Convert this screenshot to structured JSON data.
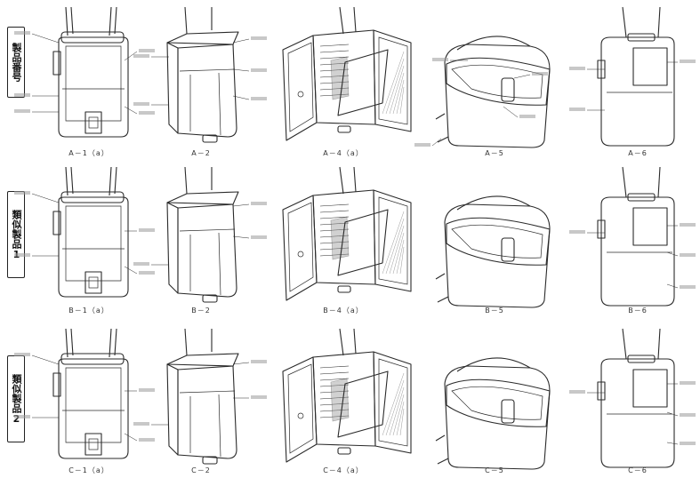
{
  "rows": [
    {
      "tag": "製品番号",
      "captions": [
        "A－1（a）",
        "A－2",
        "A－4（a）",
        "A－5",
        "A－6"
      ]
    },
    {
      "tag": "類似製品1",
      "captions": [
        "B－1（a）",
        "B－2",
        "B－4（a）",
        "B－5",
        "B－6"
      ]
    },
    {
      "tag": "類似製品2",
      "captions": [
        "C－1（a）",
        "C－2",
        "C－4（a）",
        "C－5",
        "C－6"
      ]
    }
  ],
  "colors": {
    "ink": "#2a2a2a",
    "paper": "#ffffff",
    "shade": "#9a9a9a"
  }
}
